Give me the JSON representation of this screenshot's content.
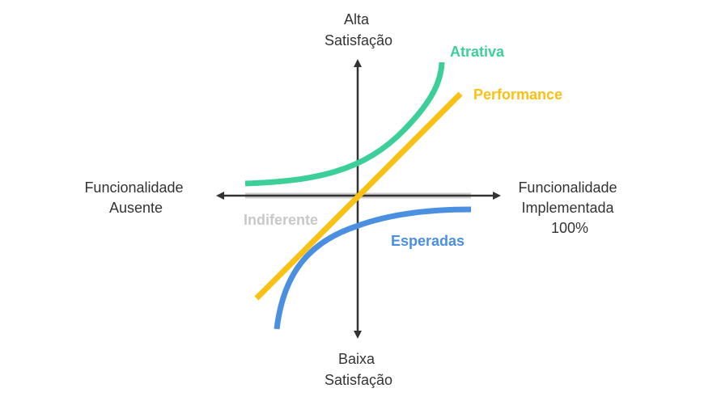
{
  "axes": {
    "top_label": [
      "Alta",
      "Satisfação"
    ],
    "bottom_label": [
      "Baixa",
      "Satisfação"
    ],
    "left_label": [
      "Funcionalidade",
      "Ausente"
    ],
    "right_label": [
      "Funcionalidade",
      "Implementada",
      "100%"
    ]
  },
  "curves": {
    "attractive": {
      "label": "Atrativa",
      "color": "#3dcf9a"
    },
    "performance": {
      "label": "Performance",
      "color": "#f9c114"
    },
    "indifferent": {
      "label": "Indiferente",
      "color": "#cfcfcf"
    },
    "expected": {
      "label": "Esperadas",
      "color": "#4a8fe0"
    }
  },
  "axis_color": "#333333"
}
